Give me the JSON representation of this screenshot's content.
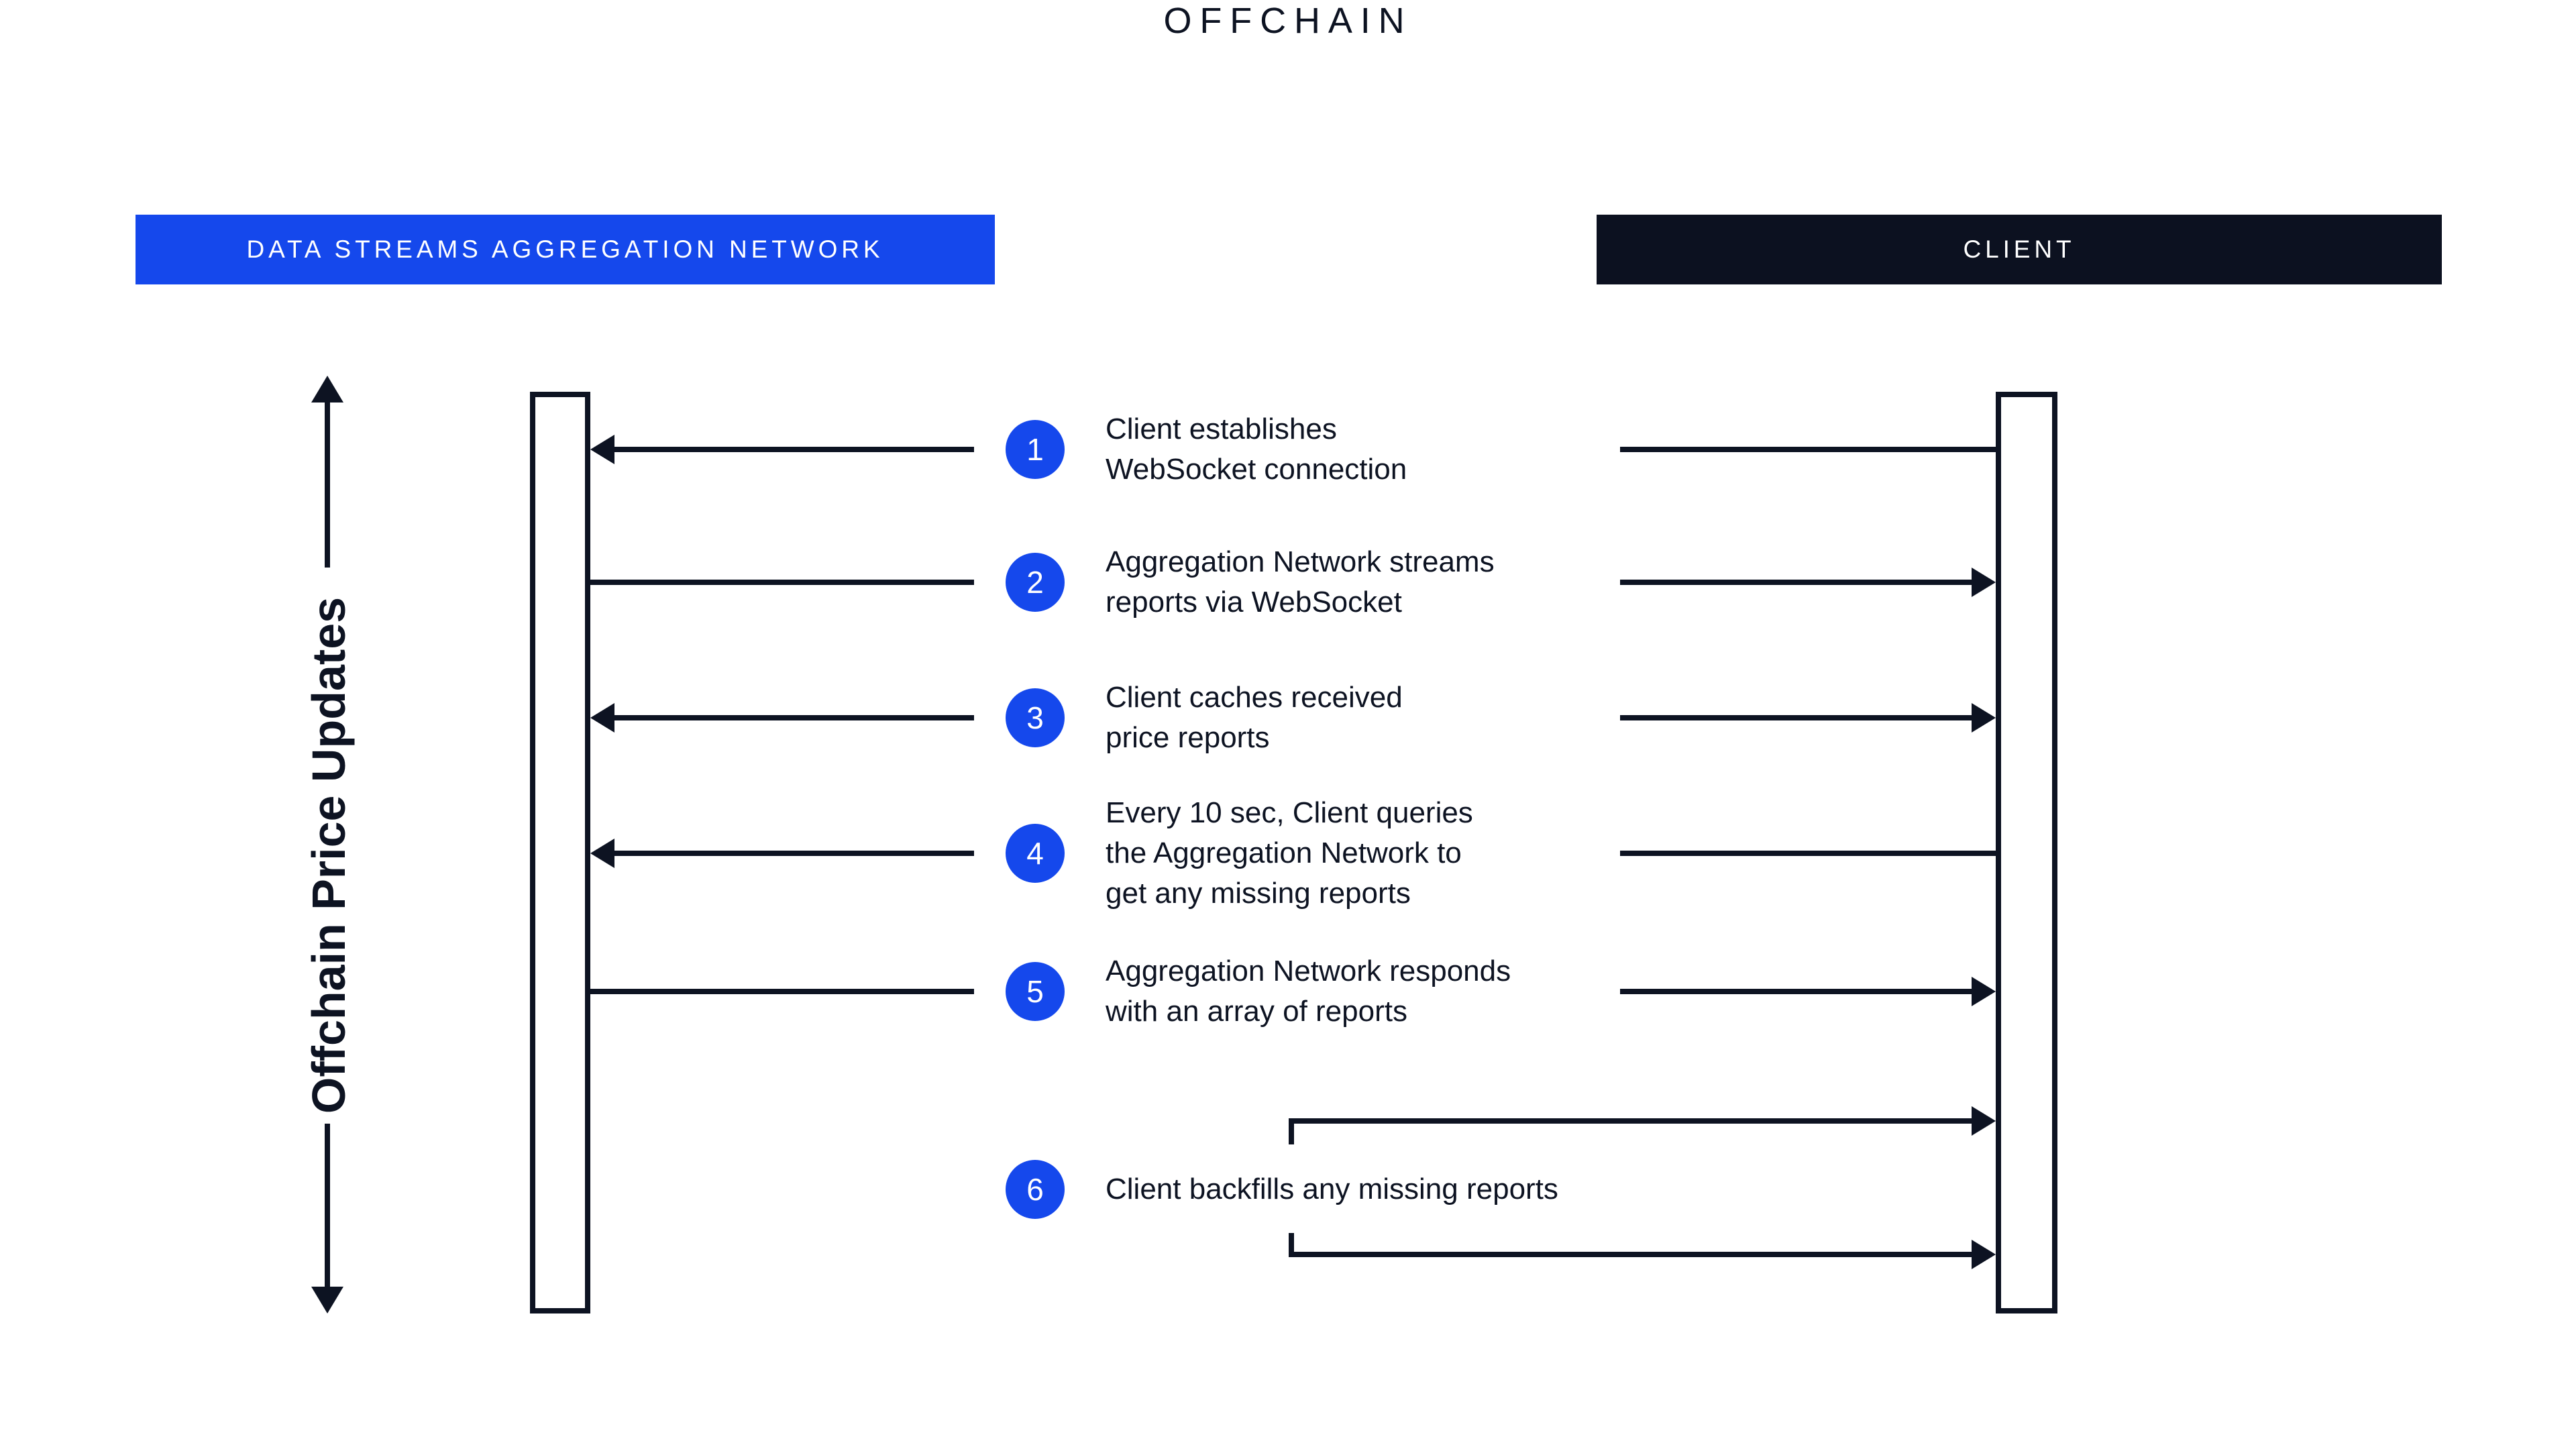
{
  "title": "OFFCHAIN",
  "colors": {
    "accent_blue": "#1548ec",
    "dark_navy": "#0d1322",
    "client_box": "#0c1120",
    "background": "#ffffff"
  },
  "lanes": {
    "left_header": "DATA STREAMS AGGREGATION NETWORK",
    "right_header": "CLIENT"
  },
  "axis": {
    "label": "Offchain Price Updates"
  },
  "steps": [
    {
      "num": "1",
      "text": "Client establishes\nWebSocket connection"
    },
    {
      "num": "2",
      "text": "Aggregation Network streams\nreports via WebSocket"
    },
    {
      "num": "3",
      "text": "Client caches received\nprice reports"
    },
    {
      "num": "4",
      "text": "Every 10 sec, Client queries\nthe Aggregation Network to\nget any missing reports"
    },
    {
      "num": "5",
      "text": "Aggregation Network responds\nwith an array of reports"
    },
    {
      "num": "6",
      "text": "Client backfills any missing reports"
    }
  ]
}
